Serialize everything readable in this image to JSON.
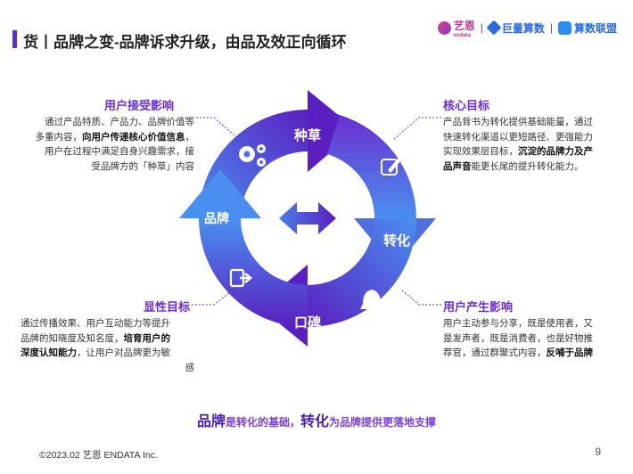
{
  "header": {
    "title": "货丨品牌之变-品牌诉求升级，由品及效正向循环",
    "logos": [
      {
        "name": "艺恩",
        "sub": "endata"
      },
      {
        "name": "巨量算数"
      },
      {
        "name": "算数联盟"
      }
    ],
    "separator": "|"
  },
  "left_top": {
    "heading": "用户接受影响",
    "lines": [
      "通过产品特质、产品力、品牌价值等",
      "多重内容，",
      "向用户传递核心价值信息",
      "，",
      "用户在过程中满足自身兴趣需求，接",
      "受品牌方的「种草」内容"
    ]
  },
  "right_top": {
    "heading": "核心目标",
    "lines": [
      "产品背书为转化提供基础能量，通过",
      "快速转化渠道以更短路径、更强能力",
      "实现效果层目标，",
      "沉淀的品牌力及产",
      "品声音",
      "能更长尾的提升转化能力。"
    ]
  },
  "left_bottom": {
    "heading": "显性目标",
    "lines": [
      "通过传播效果、用户互动能力等提升",
      "品牌的知晓度及知名度，",
      "培育用户的",
      "深度认知能力",
      "，让用户对品牌更为敏",
      "感"
    ]
  },
  "right_bottom": {
    "heading": "用户产生影响",
    "lines": [
      "用户主动参与分享，既是使用者，又",
      "是发声者，既是消费者，也是好物推",
      "荐官，通过群聚式内容，",
      "反哺于品牌"
    ]
  },
  "cycle": {
    "top_label": "种草",
    "right_label": "转化",
    "bottom_label": "口碑",
    "left_label": "品牌",
    "colors": {
      "light": "#4a8ff0",
      "dark": "#5a1fc0",
      "mid": "#4f54d8"
    }
  },
  "footer": {
    "part1": "品牌",
    "part2": "是转化的基础，",
    "part3": "转化",
    "part4": "为品牌提供更落地支撑",
    "copyright": "©2023.02 艺恩 ENDATA Inc.",
    "page_number": "9"
  }
}
